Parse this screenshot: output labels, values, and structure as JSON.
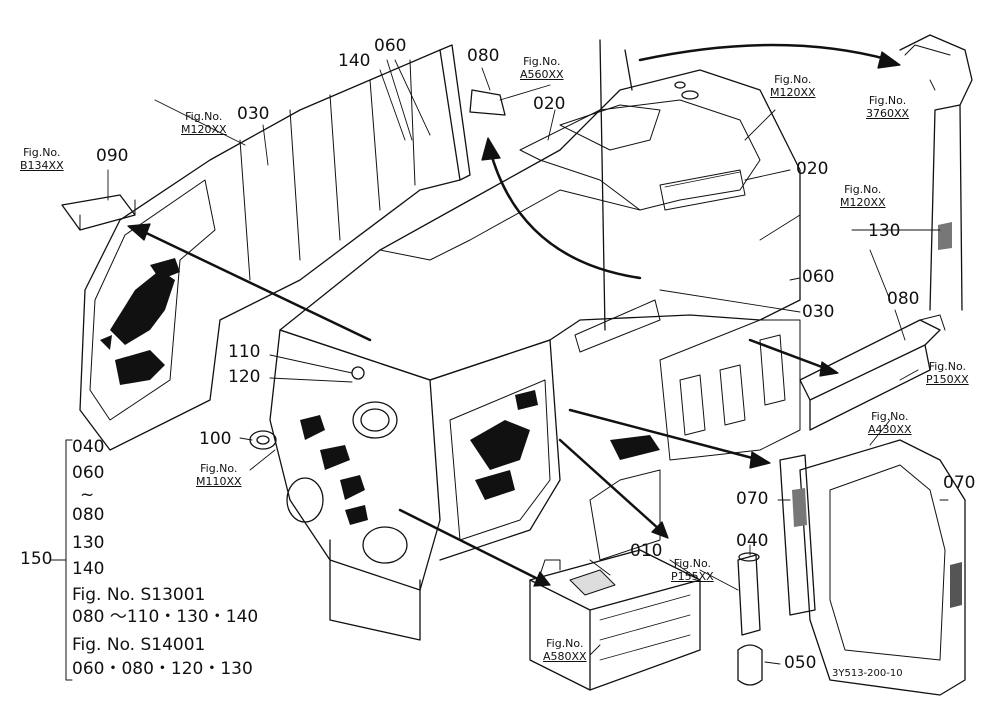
{
  "callouts": {
    "c010": "010",
    "c020a": "020",
    "c020b": "020",
    "c030a": "030",
    "c030b": "030",
    "c040": "040",
    "c050": "050",
    "c060a": "060",
    "c060b": "060",
    "c070a": "070",
    "c070b": "070",
    "c080a": "080",
    "c080b": "080",
    "c090": "090",
    "c100": "100",
    "c110": "110",
    "c120": "120",
    "c130": "130",
    "c140": "140",
    "c150": "150"
  },
  "figs": {
    "prefix": "Fig.No.",
    "b134": "B134XX",
    "m120a": "M120XX",
    "a560": "A560XX",
    "m120b": "M120XX",
    "m120c": "M120XX",
    "f3760": "3760XX",
    "p150": "P150XX",
    "a430": "A430XX",
    "m110": "M110XX",
    "p155": "P155XX",
    "a580": "A580XX"
  },
  "group_150": {
    "l1": "040",
    "l2": "060",
    "l3": "~",
    "l4": "080",
    "l5": "130",
    "l6": "140",
    "l7": "Fig. No. S13001",
    "l8": "080 ～110・130・140",
    "l9": "Fig. No. S14001",
    "l10": "060・080・120・130"
  },
  "drawing_id": "3Y513-200-10"
}
